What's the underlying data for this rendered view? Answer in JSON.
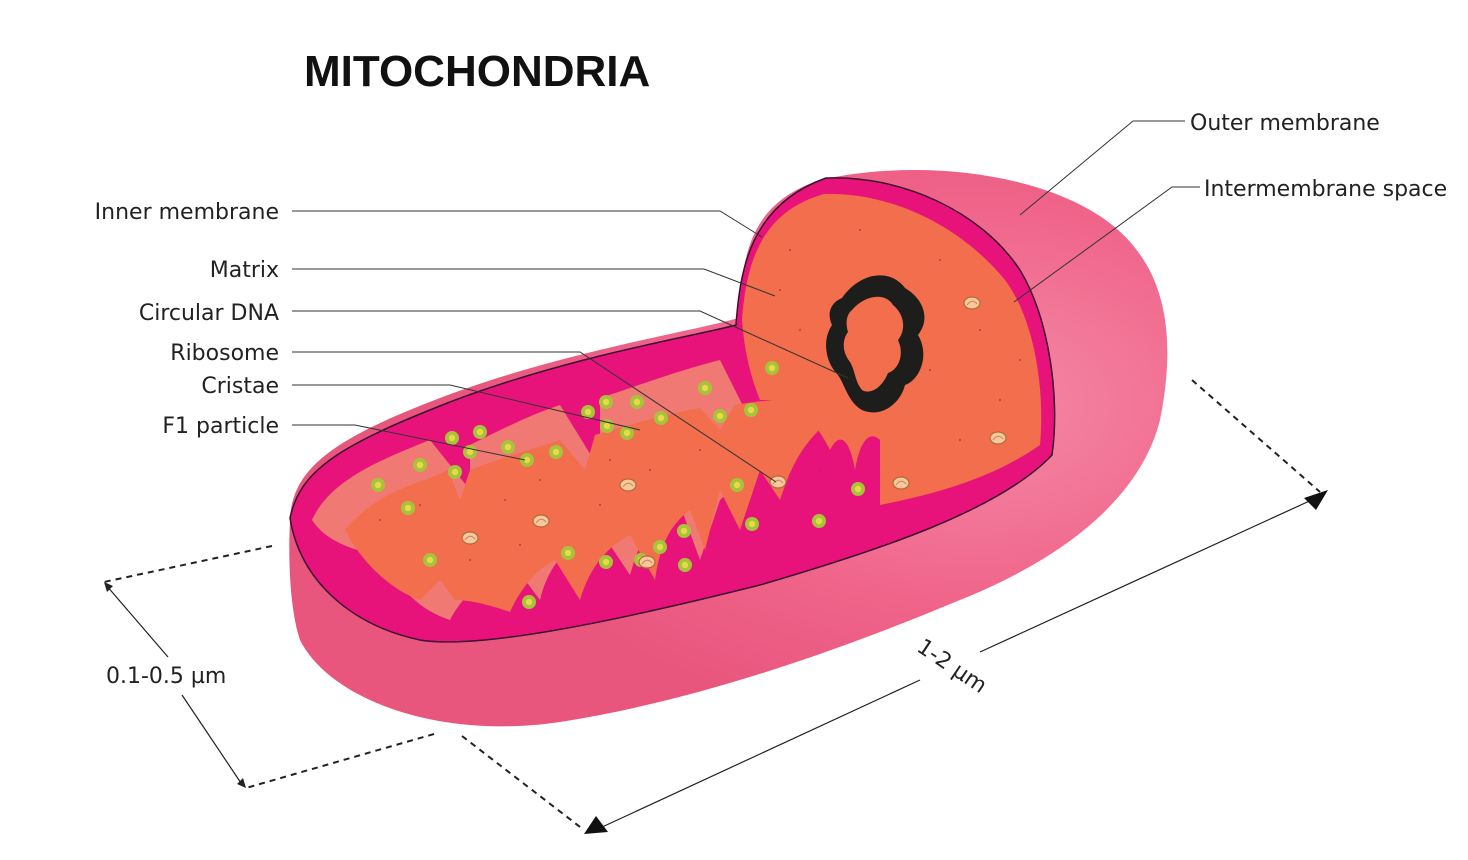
{
  "title": "MITOCHONDRIA",
  "labels": {
    "outer_membrane": "Outer membrane",
    "intermembrane_space": "Intermembrane space",
    "inner_membrane": "Inner membrane",
    "matrix": "Matrix",
    "circular_dna": "Circular DNA",
    "ribosome": "Ribosome",
    "cristae": "Cristae",
    "f1_particle": "F1 particle"
  },
  "dimensions": {
    "width": "0.1-0.5 µm",
    "length": "1-2 µm"
  },
  "colors": {
    "outer_membrane": "#f0648a",
    "inner_membrane": "#e8137a",
    "cristae_light": "#f07a73",
    "matrix": "#f26e4c",
    "dna": "#1d1d1b",
    "f1_particle": "#a6c43a",
    "ribosome": "#f5c8a0"
  }
}
